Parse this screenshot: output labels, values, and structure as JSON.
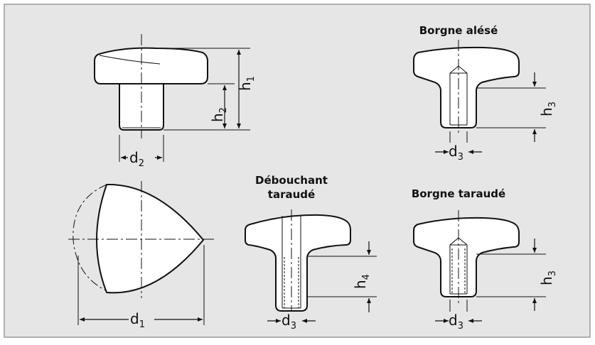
{
  "titles": {
    "blind_bored": "Borgne alésé",
    "through_tapped_1": "Débouchant",
    "through_tapped_2": "taraudé",
    "blind_tapped": "Borgne taraudé"
  },
  "dims": {
    "d1": {
      "main": "d",
      "sub": "1"
    },
    "d2": {
      "main": "d",
      "sub": "2"
    },
    "d3": {
      "main": "d",
      "sub": "3"
    },
    "h1": {
      "main": "h",
      "sub": "1"
    },
    "h2": {
      "main": "h",
      "sub": "2"
    },
    "h3": {
      "main": "h",
      "sub": "3"
    },
    "h4": {
      "main": "h",
      "sub": "4"
    }
  },
  "colors": {
    "panel_bg": "#e6e6e6",
    "frame": "#9a9a9a",
    "body_fill": "#ffffff",
    "ink": "#111111"
  }
}
